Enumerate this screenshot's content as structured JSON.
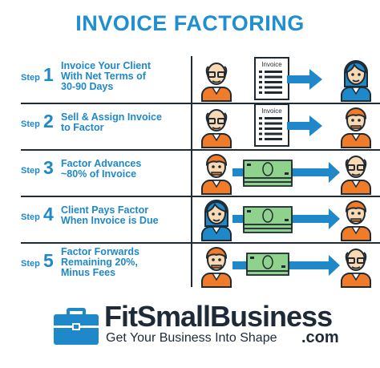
{
  "title": "INVOICE FACTORING",
  "colors": {
    "accent_blue": "#1e88c8",
    "dark": "#1f2a33",
    "orange": "#f07c2a",
    "money_green": "#8fd28b",
    "skin": "#f8d9b4"
  },
  "steps": [
    {
      "word": "Step",
      "number": "1",
      "lines": [
        "Invoice Your Client",
        "With Net Terms of",
        "30-90 Days"
      ],
      "left_figure": "bald-man-icon",
      "middle": "invoice-icon",
      "right_figure": "woman-icon",
      "middle_label": "Invoice"
    },
    {
      "word": "Step",
      "number": "2",
      "lines": [
        "Sell & Assign Invoice",
        "to Factor"
      ],
      "left_figure": "bald-man-icon",
      "middle": "invoice-icon",
      "right_figure": "orange-hair-man-icon",
      "middle_label": "Invoice"
    },
    {
      "word": "Step",
      "number": "3",
      "lines": [
        "Factor Advances",
        "~80% of Invoice"
      ],
      "left_figure": "orange-hair-man-icon",
      "middle": "money-stack-icon",
      "right_figure": "bald-man-icon"
    },
    {
      "word": "Step",
      "number": "4",
      "lines": [
        "Client Pays Factor",
        "When Invoice is Due"
      ],
      "left_figure": "woman-icon",
      "middle": "money-stack-icon",
      "right_figure": "orange-hair-man-icon"
    },
    {
      "word": "Step",
      "number": "5",
      "lines": [
        "Factor Forwards",
        "Remaining 20%,",
        "Minus Fees"
      ],
      "left_figure": "orange-hair-man-icon",
      "middle": "money-stack-small-icon",
      "right_figure": "bald-man-icon"
    }
  ],
  "logo": {
    "brand": "FitSmallBusiness",
    "tagline": "Get Your Business Into Shape",
    "dotcom": ".com",
    "icon": "briefcase-icon"
  }
}
